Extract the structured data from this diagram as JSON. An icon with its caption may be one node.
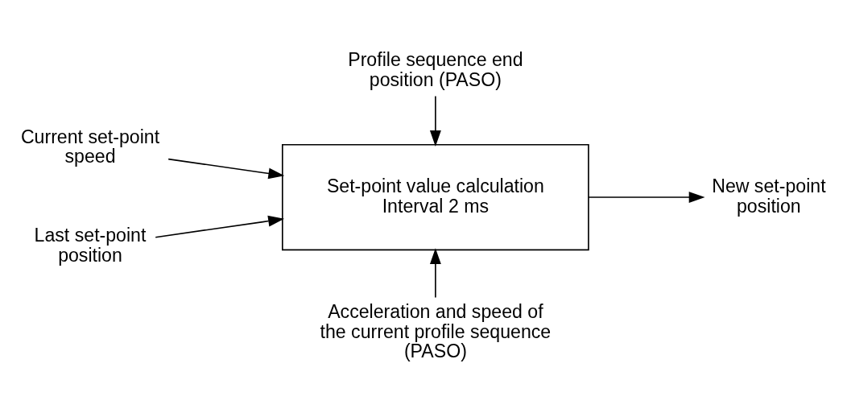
{
  "diagram": {
    "nodes": [
      {
        "text": [
          "Profile sequence end position (PASO)"
        ]
      },
      {
        "text": [
          "Current set-point speed"
        ]
      },
      {
        "text": [
          "Set-point value calculation",
          "Interval 2 ms"
        ]
      },
      {
        "text": [
          "Last set-point position"
        ]
      },
      {
        "text": [
          "New set-point position"
        ]
      },
      {
        "text": [
          "Acceleration and speed of the current profile sequence (PASO)"
        ]
      }
    ],
    "edges": [
      {
        "from": 0,
        "to": 2,
        "arrow": "to"
      },
      {
        "from": 1,
        "to": 2,
        "arrow": "to"
      },
      {
        "from": 3,
        "to": 2,
        "arrow": "to"
      },
      {
        "from": 5,
        "to": 2,
        "arrow": "to"
      },
      {
        "from": 2,
        "to": 4,
        "arrow": "to"
      }
    ]
  }
}
